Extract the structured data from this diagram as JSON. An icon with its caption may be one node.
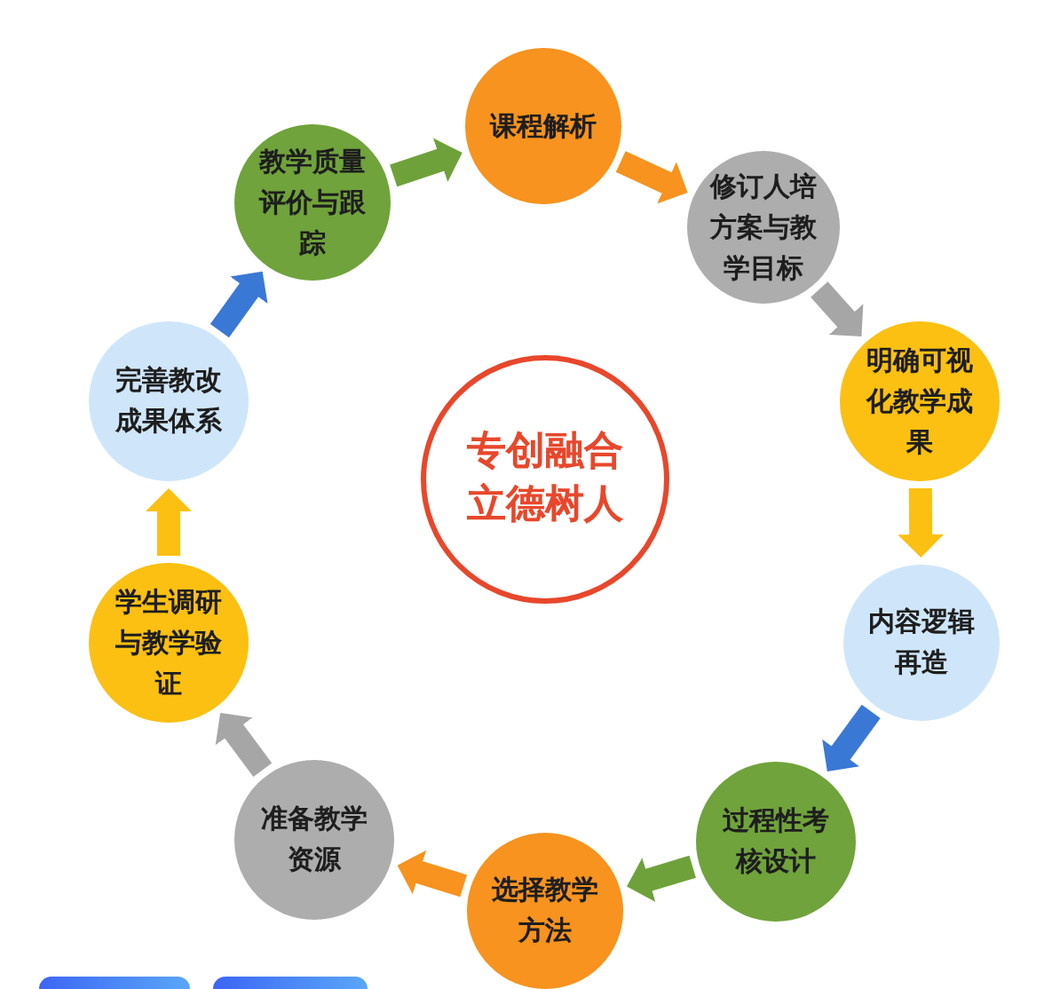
{
  "diagram": {
    "nodes": [
      {
        "text": [
          "课程解析"
        ]
      },
      {
        "text": [
          "修订人培方案与教学目标"
        ]
      },
      {
        "text": [
          "明确可视化教学成果"
        ]
      },
      {
        "text": [
          "内容逻辑再造"
        ]
      },
      {
        "text": [
          "过程性考核设计"
        ]
      },
      {
        "text": [
          "选择教学方法"
        ]
      },
      {
        "text": [
          "准备教学资源"
        ]
      },
      {
        "text": [
          "学生调研与教学验证"
        ]
      },
      {
        "text": [
          "完善教改成果体系"
        ]
      },
      {
        "text": [
          "教学质量评价与跟踪"
        ]
      },
      {
        "text": [
          "专创融合立德树人"
        ]
      }
    ],
    "edges": [
      {
        "from": 0,
        "to": 1,
        "arrow": "to",
        "color": "#f7931e"
      },
      {
        "from": 1,
        "to": 2,
        "arrow": "to",
        "color": "#a6a6a6"
      },
      {
        "from": 2,
        "to": 3,
        "arrow": "to",
        "color": "#fcc012"
      },
      {
        "from": 3,
        "to": 4,
        "arrow": "to",
        "color": "#3a78d6"
      },
      {
        "from": 4,
        "to": 5,
        "arrow": "to",
        "color": "#6fa13a"
      },
      {
        "from": 5,
        "to": 6,
        "arrow": "to",
        "color": "#f7931e"
      },
      {
        "from": 6,
        "to": 7,
        "arrow": "to",
        "color": "#a6a6a6"
      },
      {
        "from": 7,
        "to": 8,
        "arrow": "to",
        "color": "#fcc012"
      },
      {
        "from": 8,
        "to": 9,
        "arrow": "to",
        "color": "#3a78d6"
      },
      {
        "from": 9,
        "to": 0,
        "arrow": "to",
        "color": "#6fa13a"
      }
    ]
  }
}
